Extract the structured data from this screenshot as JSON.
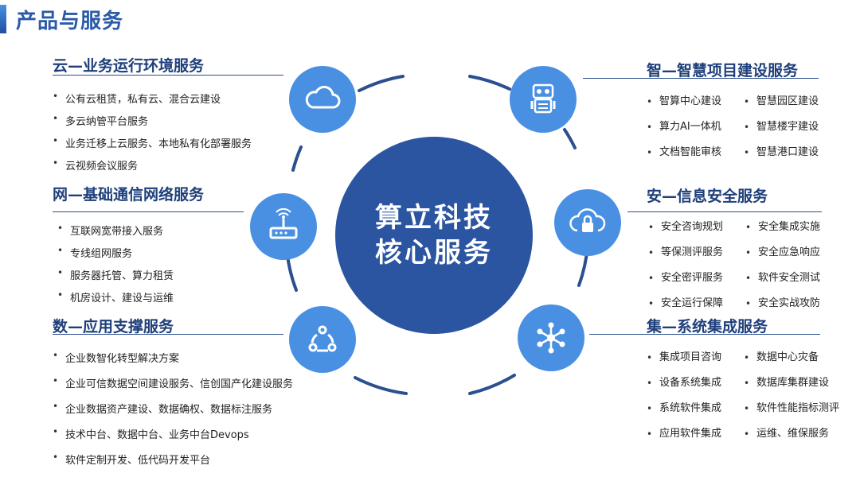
{
  "header": {
    "title": "产品与服务"
  },
  "center": {
    "line1": "算立科技",
    "line2": "核心服务"
  },
  "colors": {
    "primary": "#2b55a0",
    "node": "#4a90e2",
    "title": "#1e3f7a"
  },
  "cloud": {
    "title": "云—业务运行环境服务",
    "icon": "cloud-icon",
    "items": [
      "公有云租赁，私有云、混合云建设",
      "多云纳管平台服务",
      "业务迁移上云服务、本地私有化部署服务",
      "云视频会议服务"
    ]
  },
  "network": {
    "title": "网—基础通信网络服务",
    "icon": "router-icon",
    "items": [
      "互联网宽带接入服务",
      "专线组网服务",
      "服务器托管、算力租赁",
      "机房设计、建设与运维"
    ]
  },
  "data": {
    "title": "数—应用支撑服务",
    "icon": "share-nodes-icon",
    "items": [
      "企业数智化转型解决方案",
      "企业可信数据空间建设服务、信创国产化建设服务",
      "企业数据资产建设、数据确权、数据标注服务",
      "技术中台、数据中台、业务中台Devops",
      "软件定制开发、低代码开发平台"
    ]
  },
  "smart": {
    "title": "智—智慧项目建设服务",
    "icon": "robot-icon",
    "items": [
      "智算中心建设",
      "智慧园区建设",
      "算力AI一体机",
      "智慧楼宇建设",
      "文档智能审核",
      "智慧港口建设"
    ]
  },
  "security": {
    "title": "安—信息安全服务",
    "icon": "cloud-lock-icon",
    "items": [
      "安全咨询规划",
      "安全集成实施",
      "等保测评服务",
      "安全应急响应",
      "安全密评服务",
      "软件安全测试",
      "安全运行保障",
      "安全实战攻防"
    ]
  },
  "integration": {
    "title": "集—系统集成服务",
    "icon": "hub-network-icon",
    "items": [
      "集成项目咨询",
      "数据中心灾备",
      "设备系统集成",
      "数据库集群建设",
      "系统软件集成",
      "软件性能指标测评",
      "应用软件集成",
      "运维、维保服务"
    ]
  }
}
